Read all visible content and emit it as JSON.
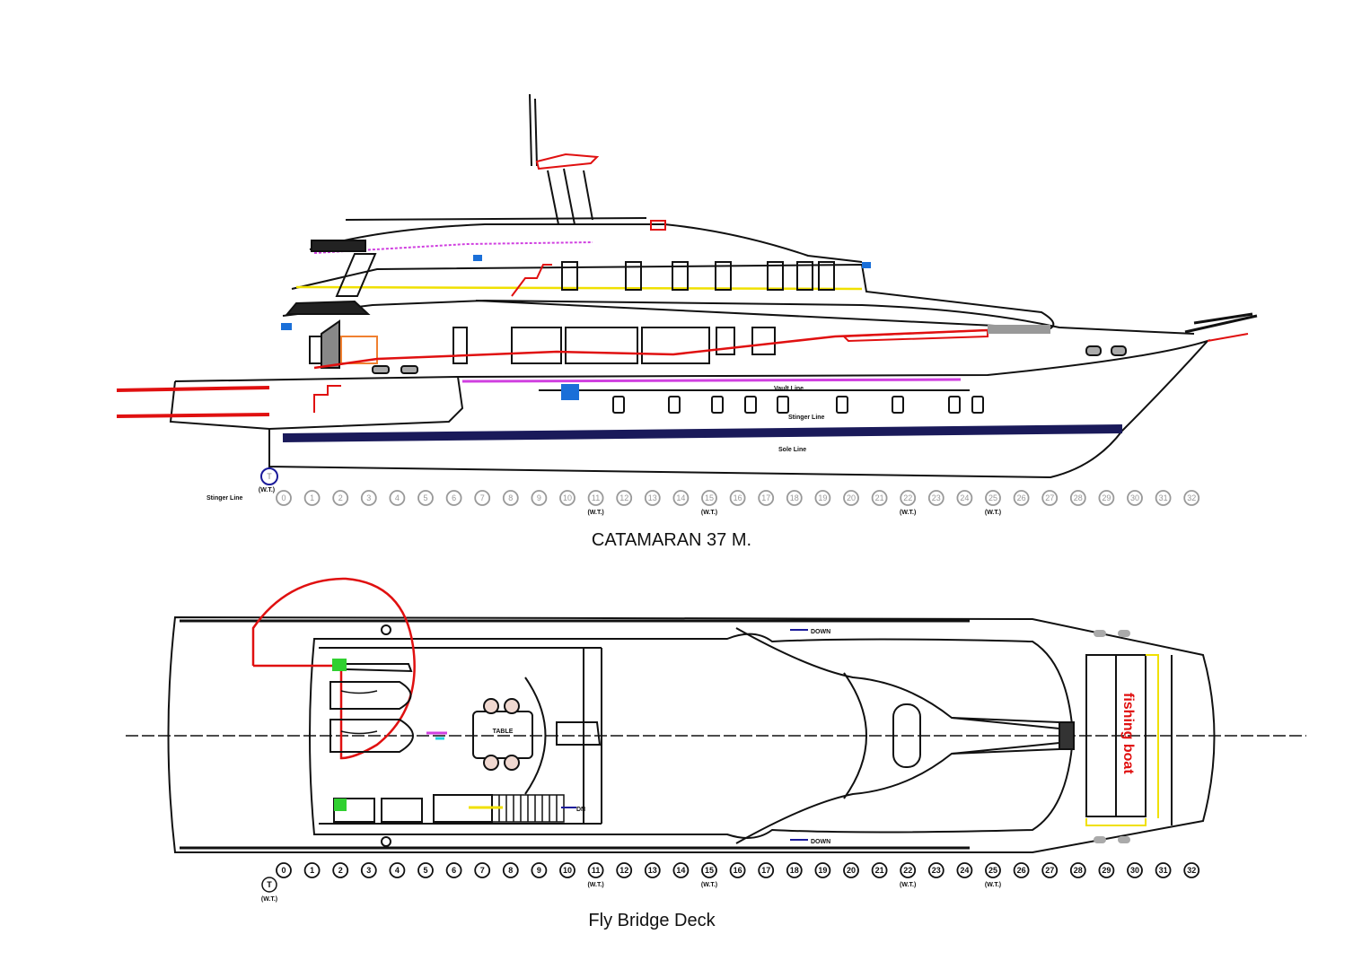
{
  "profile": {
    "title": "CATAMARAN 37 M.",
    "labels": {
      "vault_line": "Vault Line",
      "stinger_line": "Stinger Line",
      "sole_line": "Sole Line",
      "stinger_line_left": "Stinger Line"
    },
    "transom_frame": "T",
    "wt_label": "(W.T.)"
  },
  "plan": {
    "title": "Fly Bridge Deck",
    "down_label": "DOWN",
    "dn_label": "DN",
    "table_label": "TABLE",
    "fishing_boat_label": "fishing boat",
    "transom_frame": "T",
    "wt_label": "(W.T.)"
  },
  "frames": [
    "0",
    "1",
    "2",
    "3",
    "4",
    "5",
    "6",
    "7",
    "8",
    "9",
    "10",
    "11",
    "12",
    "13",
    "14",
    "15",
    "16",
    "17",
    "18",
    "19",
    "20",
    "21",
    "22",
    "23",
    "24",
    "25",
    "26",
    "27",
    "28",
    "29",
    "30",
    "31",
    "32"
  ],
  "watertight_frames": [
    "11",
    "15",
    "22",
    "25"
  ],
  "colors": {
    "red": "#e01010",
    "yellow": "#f0e000",
    "magenta": "#d040e0",
    "blue": "#1a6fd8",
    "green": "#30d030",
    "navy": "#1a1a5a",
    "frame_gray": "#999999"
  }
}
